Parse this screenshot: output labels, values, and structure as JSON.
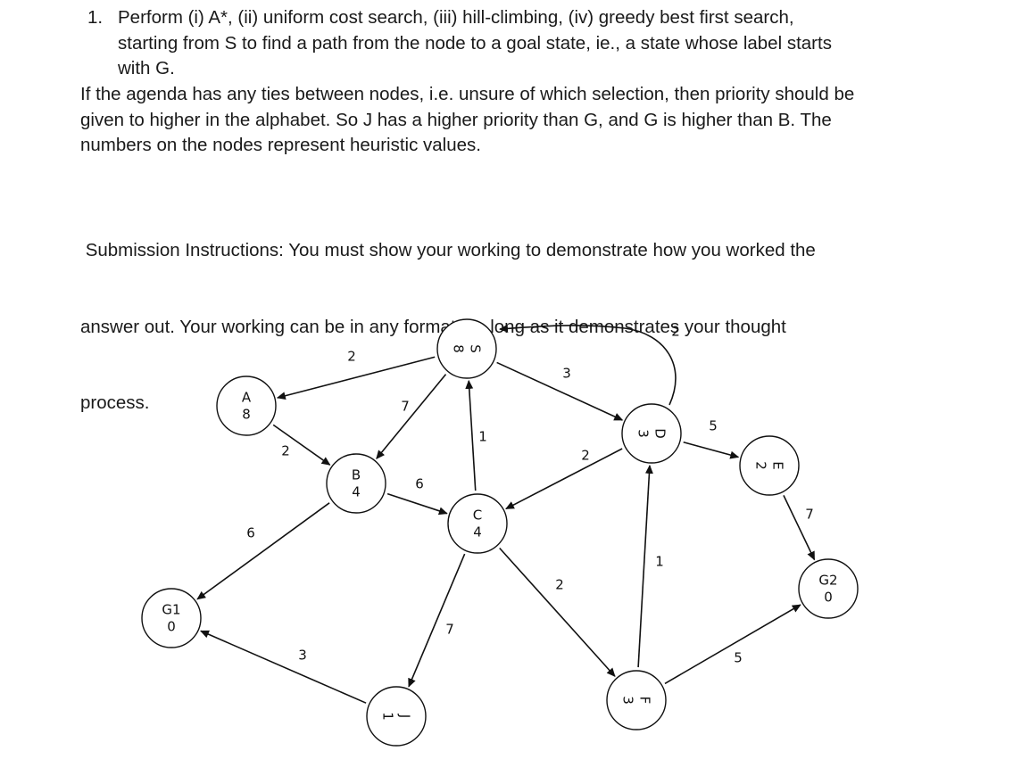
{
  "question": {
    "number": "1.",
    "lines": [
      "Perform (i) A*, (ii) uniform cost search, (iii) hill-climbing, (iv) greedy best first search,",
      "starting from S to find a path from the node to a goal state, ie., a state whose label starts",
      "with G."
    ]
  },
  "tie_rule": {
    "lines": [
      "If the agenda has any ties between nodes, i.e. unsure of which selection, then priority should be",
      "given to higher in the alphabet. So J has a higher priority than G, and G is higher than B. The",
      "numbers on the nodes represent heuristic values."
    ]
  },
  "submission": {
    "lines": [
      " Submission Instructions: You must show your working to demonstrate how you worked the",
      "answer out. Your working can be in any format, as long as it demonstrates your thought",
      "process."
    ]
  },
  "graph": {
    "nodes": [
      {
        "id": "S",
        "label": "S",
        "heuristic": "8",
        "rotated": true
      },
      {
        "id": "A",
        "label": "A",
        "heuristic": "8",
        "rotated": false
      },
      {
        "id": "B",
        "label": "B",
        "heuristic": "4",
        "rotated": false
      },
      {
        "id": "C",
        "label": "C",
        "heuristic": "4",
        "rotated": false
      },
      {
        "id": "D",
        "label": "D",
        "heuristic": "3",
        "rotated": true
      },
      {
        "id": "E",
        "label": "E",
        "heuristic": "2",
        "rotated": true
      },
      {
        "id": "F",
        "label": "F",
        "heuristic": "3",
        "rotated": true
      },
      {
        "id": "G1",
        "label": "G1",
        "heuristic": "0",
        "rotated": false
      },
      {
        "id": "G2",
        "label": "G2",
        "heuristic": "0",
        "rotated": false
      },
      {
        "id": "J",
        "label": "J",
        "heuristic": "1",
        "rotated": true
      }
    ],
    "edges": [
      {
        "from": "S",
        "to": "A",
        "cost": "2"
      },
      {
        "from": "S",
        "to": "B",
        "cost": "7"
      },
      {
        "from": "S",
        "to": "D",
        "cost": "3"
      },
      {
        "from": "D",
        "to": "S",
        "cost": "2"
      },
      {
        "from": "A",
        "to": "B",
        "cost": "2"
      },
      {
        "from": "B",
        "to": "G1",
        "cost": "6"
      },
      {
        "from": "B",
        "to": "C",
        "cost": "6"
      },
      {
        "from": "C",
        "to": "S",
        "cost": "1"
      },
      {
        "from": "D",
        "to": "C",
        "cost": "2"
      },
      {
        "from": "C",
        "to": "J",
        "cost": "7"
      },
      {
        "from": "C",
        "to": "F",
        "cost": "2"
      },
      {
        "from": "J",
        "to": "G1",
        "cost": "3"
      },
      {
        "from": "F",
        "to": "D",
        "cost": "1"
      },
      {
        "from": "D",
        "to": "E",
        "cost": "5"
      },
      {
        "from": "E",
        "to": "G2",
        "cost": "7"
      },
      {
        "from": "F",
        "to": "G2",
        "cost": "5"
      }
    ]
  }
}
